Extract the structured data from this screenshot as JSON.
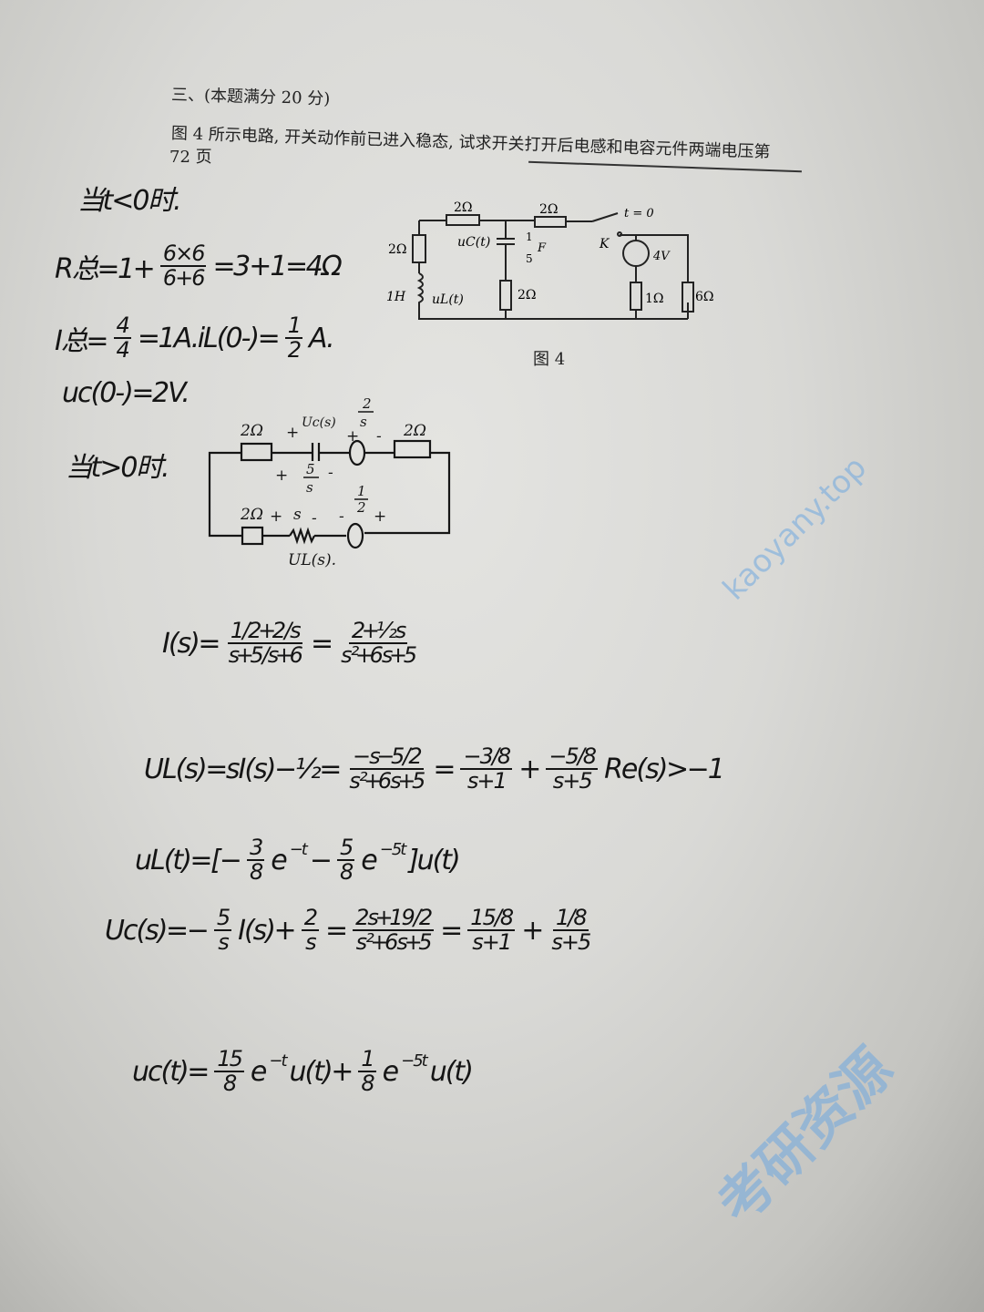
{
  "problem": {
    "section": "三、(本题满分 20 分)",
    "text": "图 4 所示电路, 开关动作前已进入稳态, 试求开关打开后电感和电容元件两端电压第",
    "page_ref": "72 页"
  },
  "figure": {
    "caption": "图 4",
    "labels": {
      "r_top_left": "2Ω",
      "r_top_right": "2Ω",
      "r_left": "2Ω",
      "inductor": "1H",
      "u_l": "uL(t)",
      "u_c": "uC(t)",
      "cap_num": "1",
      "cap_den": "5",
      "cap_unit": "F",
      "r_mid": "2Ω",
      "switch": "K",
      "switch_time": "t = 0",
      "source": "4V",
      "r_source": "1Ω",
      "r_right": "6Ω"
    }
  },
  "s_circuit": {
    "labels": {
      "r1": "2Ω",
      "uc": "Uc(s)",
      "src_top_num": "2",
      "src_top_den": "s",
      "r2": "2Ω",
      "cap_num": "5",
      "cap_den": "s",
      "r3": "2Ω",
      "ind": "s",
      "src_bot_num": "1",
      "src_bot_den": "2",
      "ul": "UL(s)."
    }
  },
  "solution": [
    {
      "name": "case-t-before",
      "tokens": [
        {
          "t": "当 t<0 时."
        }
      ]
    },
    {
      "name": "total-resistance",
      "tokens": [
        {
          "t": "R总 = 1 +"
        },
        {
          "n": "6×6",
          "d": "6+6"
        },
        {
          "t": "= 3+1 = 4Ω"
        }
      ]
    },
    {
      "name": "total-current",
      "tokens": [
        {
          "t": "I总 ="
        },
        {
          "n": "4",
          "d": "4"
        },
        {
          "t": "= 1A.   iL(0-) ="
        },
        {
          "n": "1",
          "d": "2"
        },
        {
          "t": "A."
        }
      ]
    },
    {
      "name": "uc-initial",
      "tokens": [
        {
          "t": "uc(0-) = 2V."
        }
      ]
    },
    {
      "name": "case-t-after",
      "tokens": [
        {
          "t": "当 t>0 时."
        }
      ]
    },
    {
      "name": "current-s",
      "tokens": [
        {
          "t": "I(s) ="
        },
        {
          "n": "1/2 + 2/s",
          "d": "s + 5/s + 6"
        },
        {
          "t": "="
        },
        {
          "n": "2 + ½s",
          "d": "s² + 6s + 5"
        }
      ]
    },
    {
      "name": "ul-s",
      "tokens": [
        {
          "t": "UL(s) = sI(s) − ½ ="
        },
        {
          "n": "−s − 5/2",
          "d": "s² + 6s + 5"
        },
        {
          "t": "="
        },
        {
          "n": "−3/8",
          "d": "s+1"
        },
        {
          "t": "+"
        },
        {
          "n": "−5/8",
          "d": "s+5"
        },
        {
          "t": "   Re(s) > −1"
        }
      ]
    },
    {
      "name": "ul-t",
      "tokens": [
        {
          "t": "uL(t) = [−"
        },
        {
          "n": "3",
          "d": "8"
        },
        {
          "t": "e"
        },
        {
          "s": "−t"
        },
        {
          "t": " −"
        },
        {
          "n": "5",
          "d": "8"
        },
        {
          "t": "e"
        },
        {
          "s": "−5t"
        },
        {
          "t": "] u(t)"
        }
      ]
    },
    {
      "name": "uc-s",
      "tokens": [
        {
          "t": "Uc(s) = −"
        },
        {
          "n": "5",
          "d": "s"
        },
        {
          "t": "I(s) +"
        },
        {
          "n": "2",
          "d": "s"
        },
        {
          "t": "="
        },
        {
          "n": "2s + 19/2",
          "d": "s² + 6s + 5"
        },
        {
          "t": "="
        },
        {
          "n": "15/8",
          "d": "s+1"
        },
        {
          "t": "+"
        },
        {
          "n": "1/8",
          "d": "s+5"
        }
      ]
    },
    {
      "name": "uc-t",
      "tokens": [
        {
          "t": "uc(t) ="
        },
        {
          "n": "15",
          "d": "8"
        },
        {
          "t": "e"
        },
        {
          "s": "−t"
        },
        {
          "t": "u(t) +"
        },
        {
          "n": "1",
          "d": "8"
        },
        {
          "t": "e"
        },
        {
          "s": "−5t"
        },
        {
          "t": "u(t)"
        }
      ]
    }
  ],
  "watermark": {
    "url": "kaoyany.top",
    "chinese": "考研资源"
  },
  "colors": {
    "ink": "#151515",
    "paper": "#dcdcd9",
    "watermark": "#6fa8e0"
  }
}
